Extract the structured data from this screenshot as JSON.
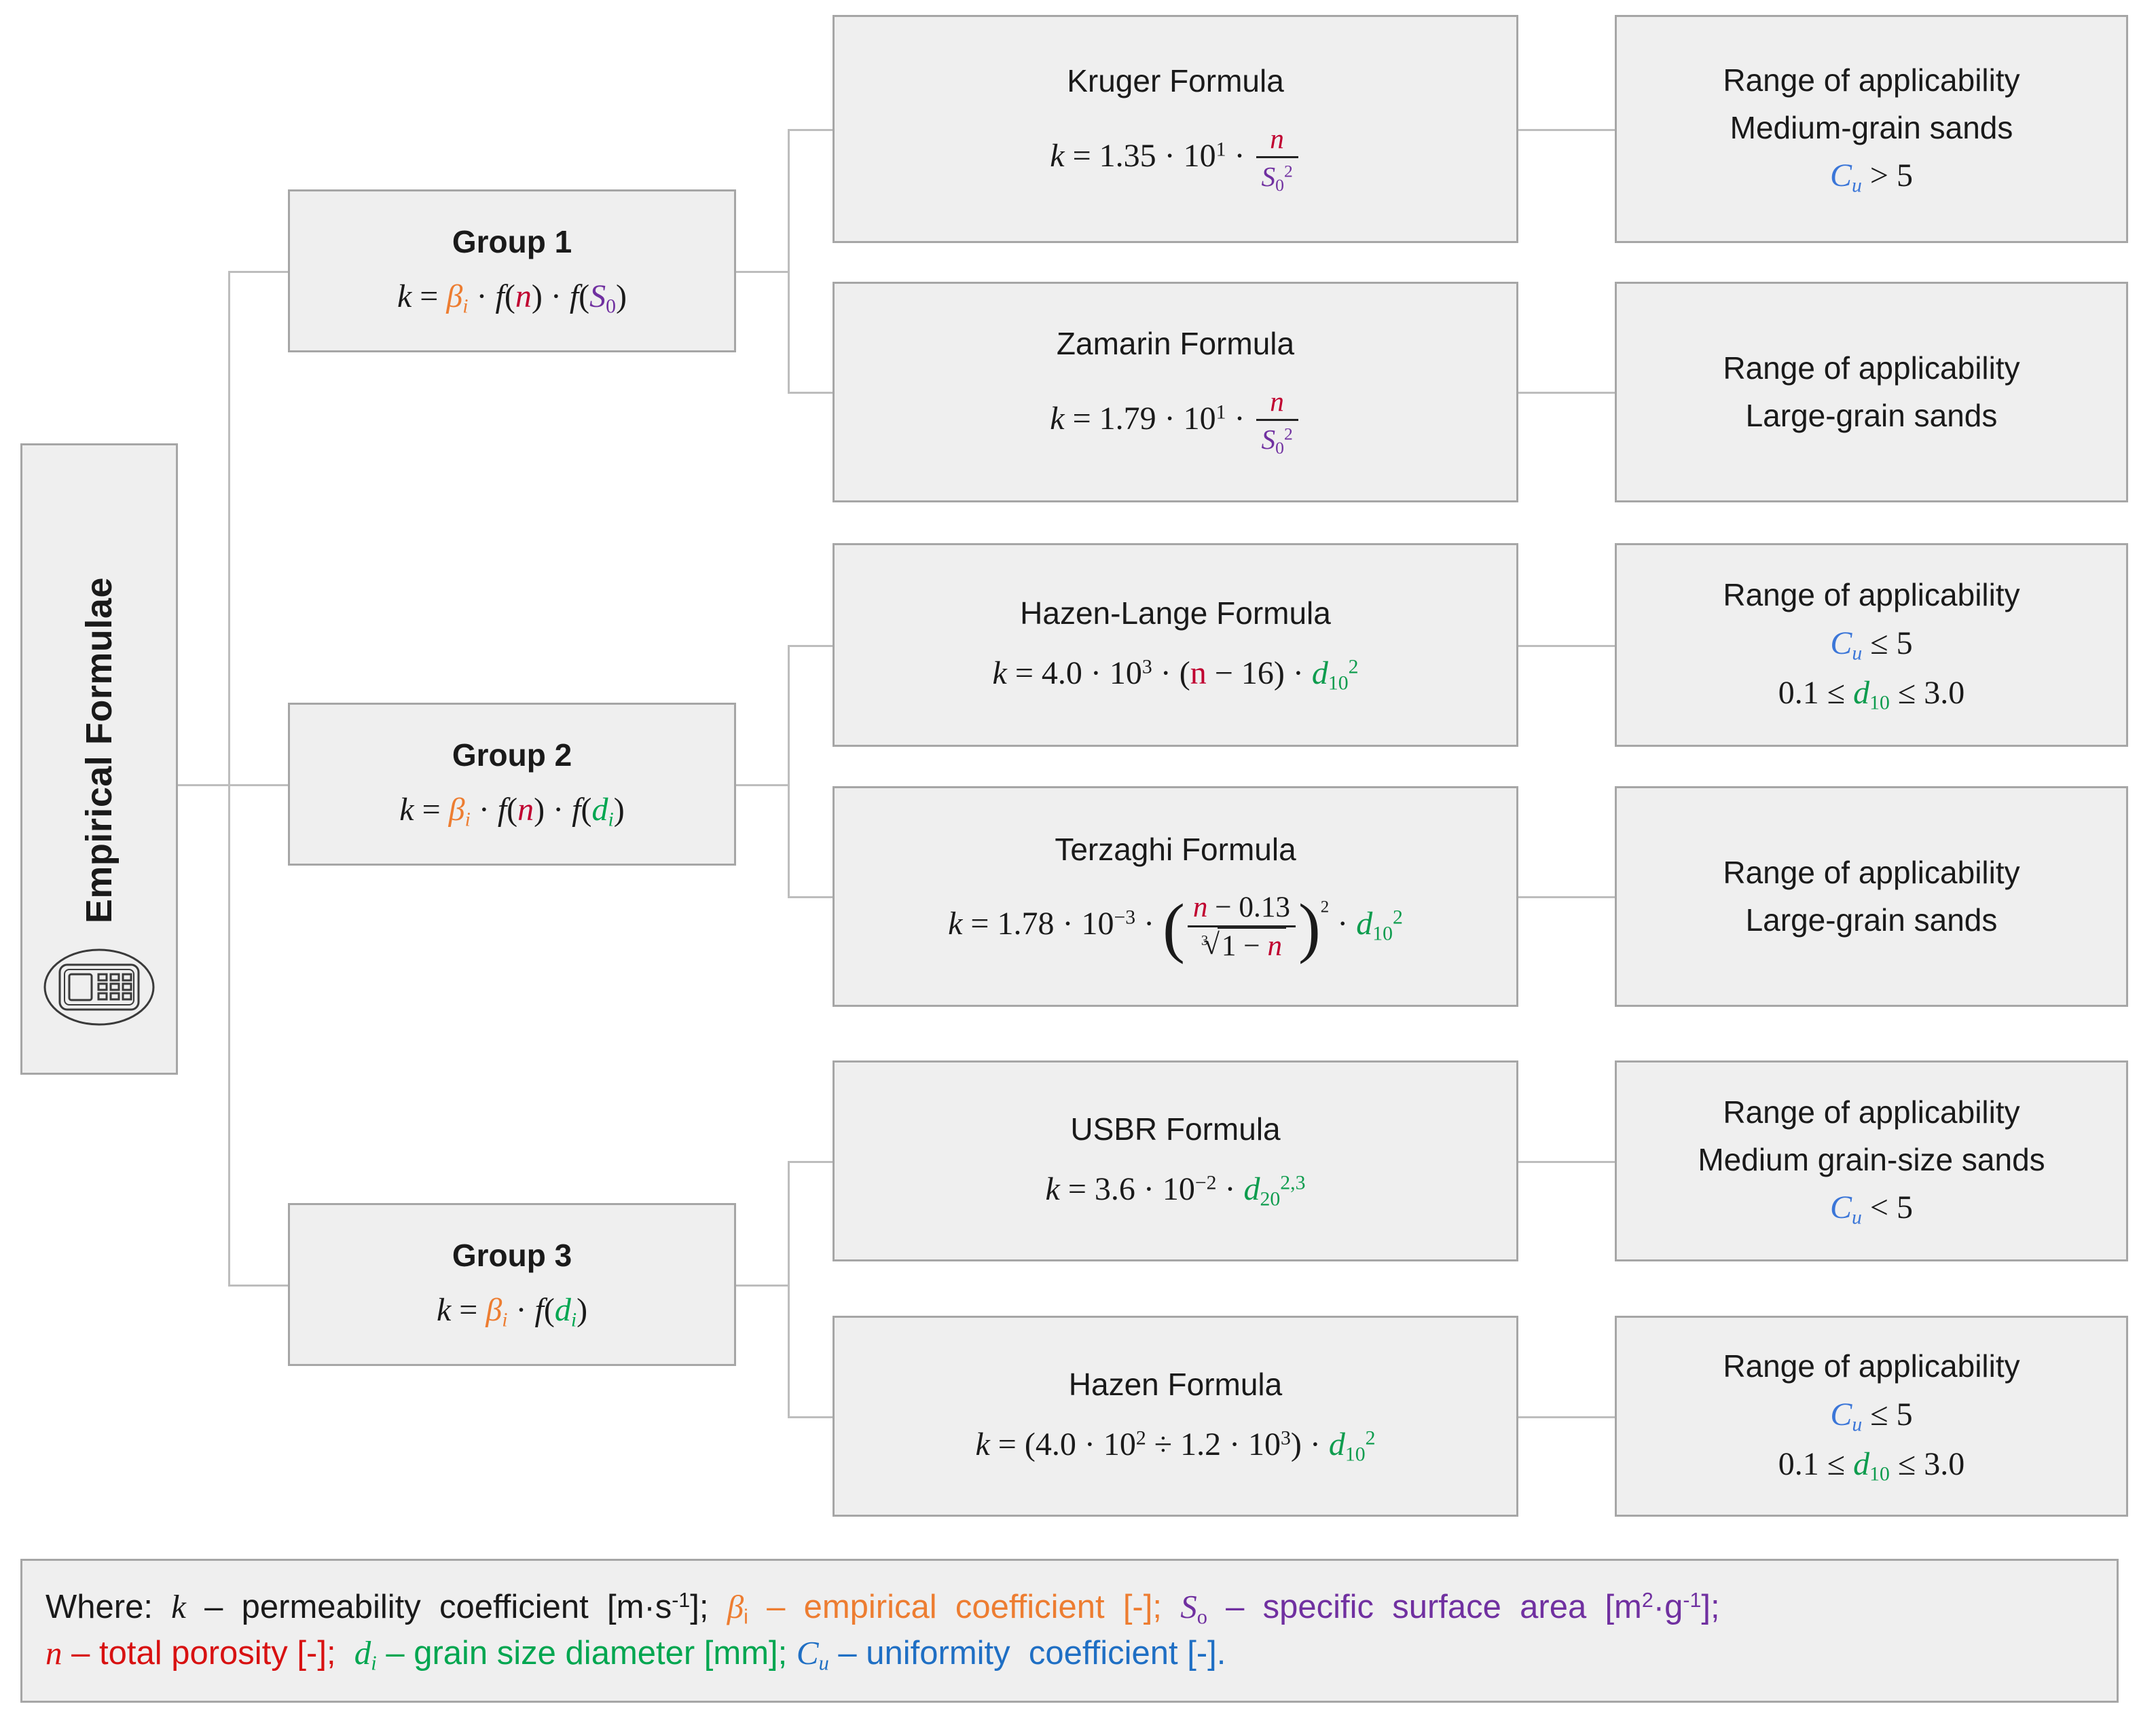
{
  "root": {
    "label": "Empirical Formulae",
    "icon": "calculator-icon"
  },
  "groups": [
    {
      "id": "group-1",
      "title": "Group 1",
      "formula_plain": "k = βi · f(n) · f(S0)"
    },
    {
      "id": "group-2",
      "title": "Group 2",
      "formula_plain": "k = βi · f(n) · f(di)"
    },
    {
      "id": "group-3",
      "title": "Group 3",
      "formula_plain": "k = βi · f(di)"
    }
  ],
  "formulas": [
    {
      "id": "kruger",
      "title": "Kruger Formula",
      "formula_plain": "k = 1.35 · 10¹ · n / S₀²"
    },
    {
      "id": "zamarin",
      "title": "Zamarin Formula",
      "formula_plain": "k = 1.79 · 10¹ · n / S₀²"
    },
    {
      "id": "hazlan",
      "title": "Hazen-Lange Formula",
      "formula_plain": "k = 4.0 · 10³ · (n − 16) · d₁₀²"
    },
    {
      "id": "terz",
      "title": "Terzaghi Formula",
      "formula_plain": "k = 1.78 · 10⁻³ · ((n − 0.13) / ³√(1 − n))² · d₁₀²"
    },
    {
      "id": "usbr",
      "title": "USBR Formula",
      "formula_plain": "k = 3.6 · 10⁻² · d₂₀^2,3"
    },
    {
      "id": "hazen",
      "title": "Hazen Formula",
      "formula_plain": "k = (4.0 · 10² ÷ 1.2 · 10³) · d₁₀²"
    }
  ],
  "ranges": [
    {
      "id": "kruger",
      "heading": "Range of applicability",
      "line2": "Medium-grain sands",
      "line3_plain": "Cu > 5"
    },
    {
      "id": "zamarin",
      "heading": "Range of applicability",
      "line2": "Large-grain sands",
      "line3_plain": ""
    },
    {
      "id": "hazlan",
      "heading": "Range of applicability",
      "line2_plain": "Cu ≤ 5",
      "line3_plain": "0.1 ≤ d10 ≤ 3.0"
    },
    {
      "id": "terz",
      "heading": "Range of applicability",
      "line2": "Large-grain sands",
      "line3_plain": ""
    },
    {
      "id": "usbr",
      "heading": "Range of applicability",
      "line2": "Medium grain-size sands",
      "line3_plain": "Cu < 5"
    },
    {
      "id": "hazen",
      "heading": "Range of applicability",
      "line2_plain": "Cu ≤ 5",
      "line3_plain": "0.1 ≤ d10 ≤ 3.0"
    }
  ],
  "legend": {
    "line1_plain": "Where:  k – permeability  coefficient  [m·s⁻¹];  βi – empirical  coefficient  [-];  So – specific  surface  area  [m²·g⁻¹];",
    "line2_plain": "n – total porosity [-];  di – grain size diameter [mm]; Cu – uniformity  coefficient [-]."
  },
  "colors": {
    "beta": "#ED7D31",
    "porosity_n": "#C00030",
    "porosity_n_legend": "#D81111",
    "specific_surface_S0": "#7030A0",
    "grain_diameter_d": "#00A650",
    "uniformity_Cu": "#3B76D8",
    "box_fill": "#EFEFEF",
    "box_border": "#A6A6A6",
    "connector": "#BDBDBD"
  }
}
